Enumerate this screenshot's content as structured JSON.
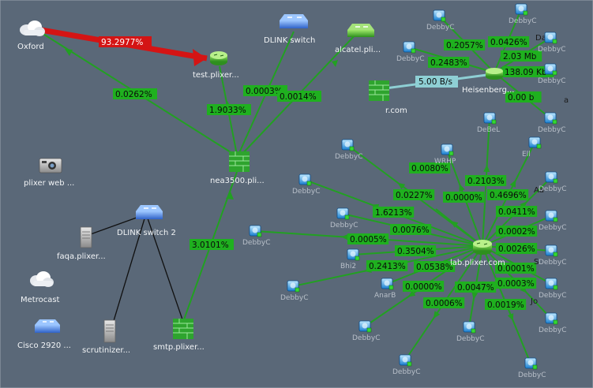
{
  "theme": {
    "background": "#5a6878",
    "link_green": "#22a022",
    "label_green": "#1fb01f",
    "link_red": "#d41414",
    "link_teal": "#8ecfd4"
  },
  "nodes": {
    "oxford": {
      "label": "Oxford",
      "icon": "cloud-icon"
    },
    "test_plixer": {
      "label": "test.plixer...",
      "icon": "router-icon"
    },
    "dlink_switch": {
      "label": "DLINK switch",
      "icon": "switch-icon"
    },
    "alcatel": {
      "label": "alcatel.pli...",
      "icon": "switch-icon"
    },
    "nea": {
      "label": "nea3500.pli...",
      "icon": "firewall-icon"
    },
    "plixer_web": {
      "label": "plixer web ...",
      "icon": "camera-icon"
    },
    "dlink_switch2": {
      "label": "DLINK switch 2",
      "icon": "switch-icon"
    },
    "faqa": {
      "label": "faqa.plixer...",
      "icon": "server-icon"
    },
    "metrocast": {
      "label": "Metrocast",
      "icon": "cloud-icon"
    },
    "cisco2920": {
      "label": "Cisco 2920 ...",
      "icon": "switch-icon"
    },
    "scrutinizer": {
      "label": "scrutinizer...",
      "icon": "server-icon"
    },
    "smtp": {
      "label": "smtp.plixer...",
      "icon": "firewall-icon"
    },
    "fw_com": {
      "label": "r.com",
      "icon": "firewall-icon"
    },
    "heisenberg": {
      "label": "Heisenberg...",
      "icon": "router-icon"
    },
    "hub": {
      "label": "lab.plixer.com",
      "icon": "router-icon"
    }
  },
  "hosts": {
    "label": "DebbyC",
    "items": [
      {
        "label": "DebbyC"
      },
      {
        "label": "DebbyC"
      },
      {
        "label": "DebbyC"
      },
      {
        "label": "DebbyC"
      },
      {
        "label": "DebbyC"
      },
      {
        "label": "DebbyC"
      },
      {
        "label": "DebbyC"
      },
      {
        "label": "DebbyC"
      },
      {
        "label": "DebbyC"
      },
      {
        "label": "DebbyC"
      },
      {
        "label": "DebbyC"
      },
      {
        "label": "DebbyC"
      },
      {
        "label": "DebbyC"
      },
      {
        "label": "DebbyC"
      },
      {
        "label": "DebbyC"
      },
      {
        "label": "DebbyC"
      },
      {
        "label": "DebbyC"
      },
      {
        "label": "DebbyC"
      },
      {
        "label": "DebbyC"
      },
      {
        "label": "DebbyC"
      },
      {
        "label": "DebbyC"
      },
      {
        "label": "DebbyC"
      },
      {
        "label": "DebbyC"
      },
      {
        "label": "DebbyC"
      },
      {
        "label": "DebbyC"
      },
      {
        "label": "Bhi2"
      },
      {
        "label": "AnarB"
      },
      {
        "label": "DeBeL"
      },
      {
        "label": "WRHP"
      },
      {
        "label": "Ell"
      }
    ]
  },
  "edge_labels": {
    "oxford_test": "93.2977%",
    "oxford_nea": "0.0262%",
    "test_nea": "1.9033%",
    "dlink_nea": "0.0003%",
    "alcatel_nea": "0.0014%",
    "smtp_nea": "3.0101%",
    "fw_heis": "5.00 B/s",
    "heis": [
      "0.2057%",
      "0.0426%",
      "0.2483%",
      "2.03 Mb",
      "138.09 Kb",
      "0.00 b"
    ],
    "hub": [
      "0.0080%",
      "0.2103%",
      "0.0227%",
      "0.0000%",
      "0.4696%",
      "1.6213%",
      "0.0411%",
      "0.0076%",
      "0.0002%",
      "0.0005%",
      "0.0026%",
      "0.3504%",
      "0.0001%",
      "0.2413%",
      "0.0538%",
      "0.0003%",
      "0.0000%",
      "0.0047%",
      "0.0006%",
      "0.0019%"
    ]
  },
  "edge_labels_partial": [
    "Da",
    "Aa",
    "Jo",
    "S",
    "a"
  ]
}
